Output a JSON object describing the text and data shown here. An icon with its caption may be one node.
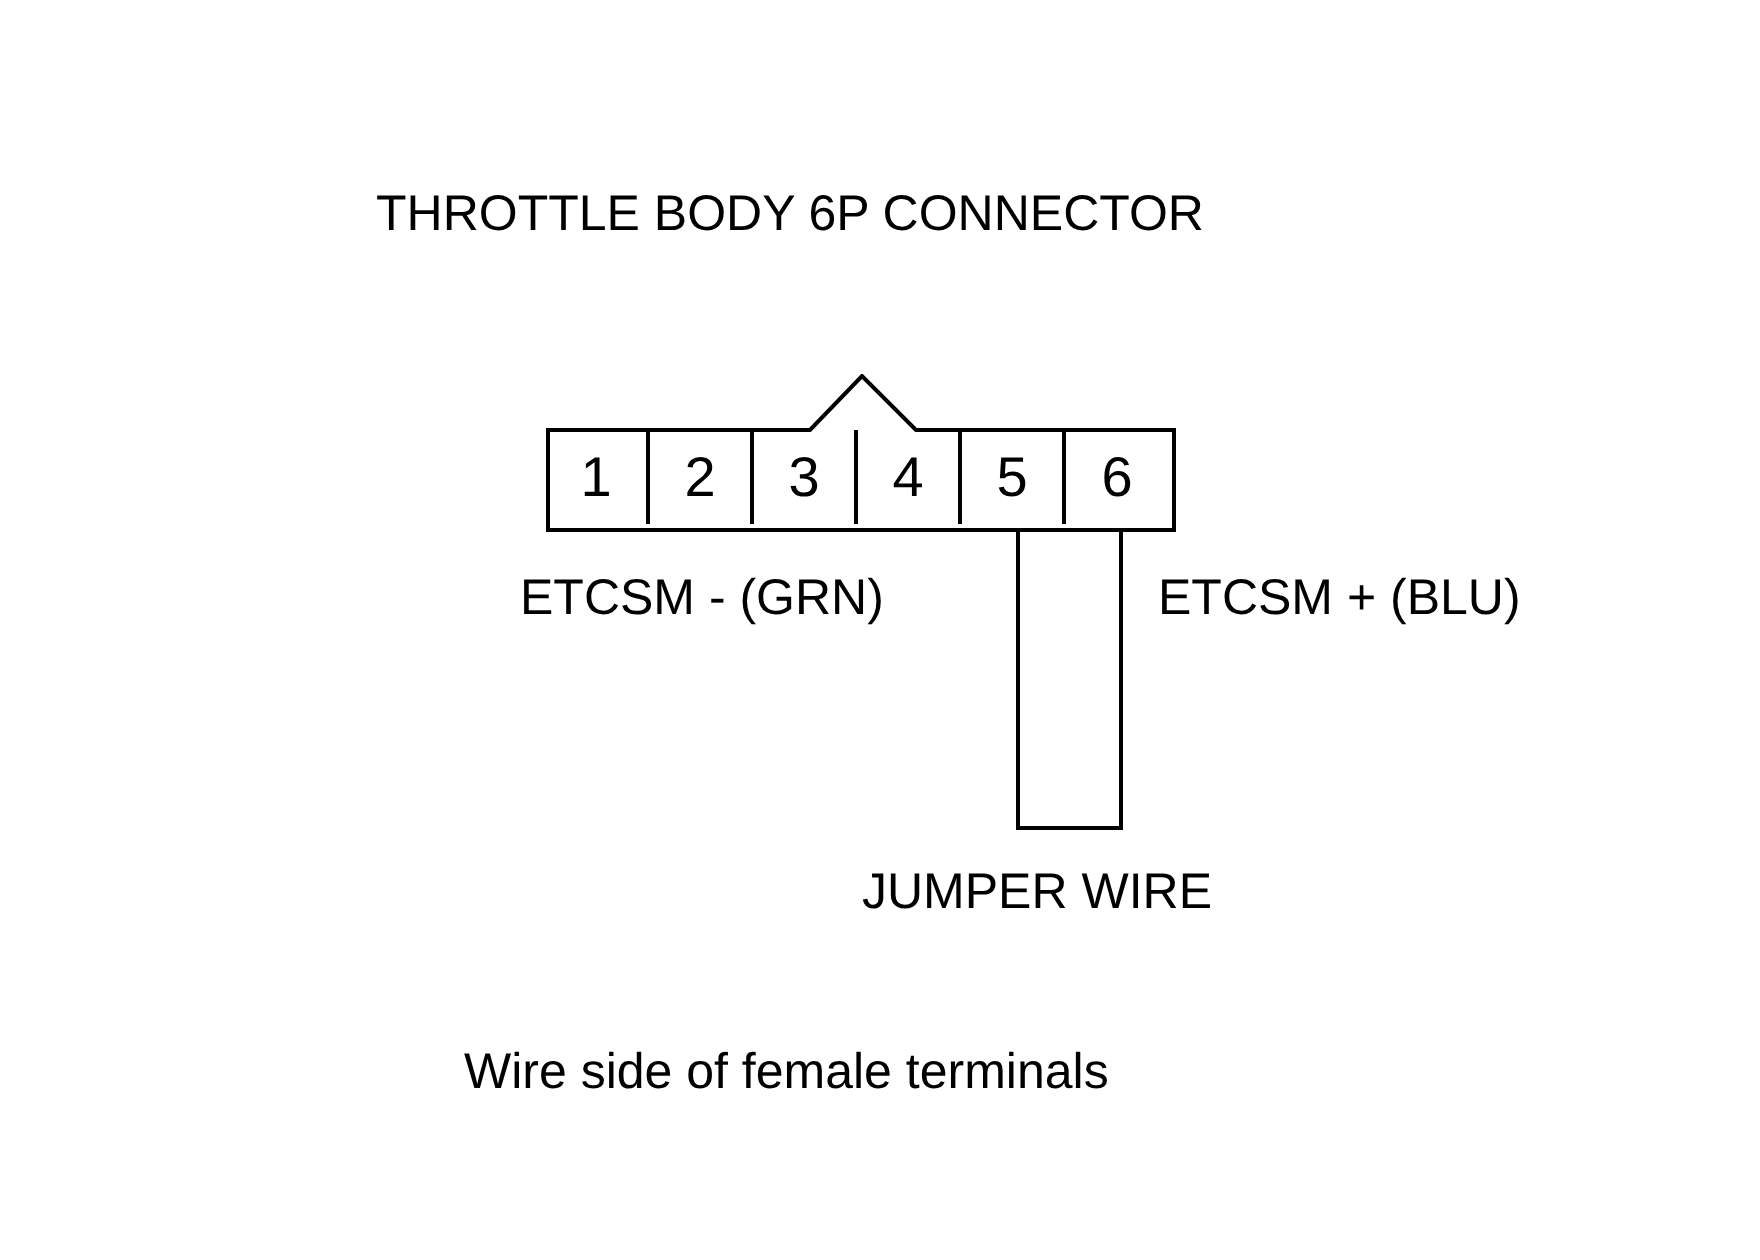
{
  "diagram": {
    "title": "THROTTLE BODY 6P CONNECTOR",
    "caption": "Wire side of female terminals",
    "nodes": [
      {
        "text": [],
        "shape": "box"
      },
      {
        "text": [
          "1"
        ],
        "in": 0
      },
      {
        "text": [
          "2"
        ],
        "in": 0
      },
      {
        "text": [
          "3"
        ],
        "in": 0
      },
      {
        "text": [
          "4"
        ],
        "in": 0
      },
      {
        "text": [
          "5"
        ],
        "in": 0
      },
      {
        "text": [
          "6"
        ],
        "in": 0
      }
    ],
    "edges": [
      {
        "from": 5,
        "to": 6,
        "arrow": "none",
        "label": "JUMPER WIRE"
      }
    ],
    "labels": [
      "ETCSM - (GRN)",
      "ETCSM + (BLU)"
    ]
  }
}
